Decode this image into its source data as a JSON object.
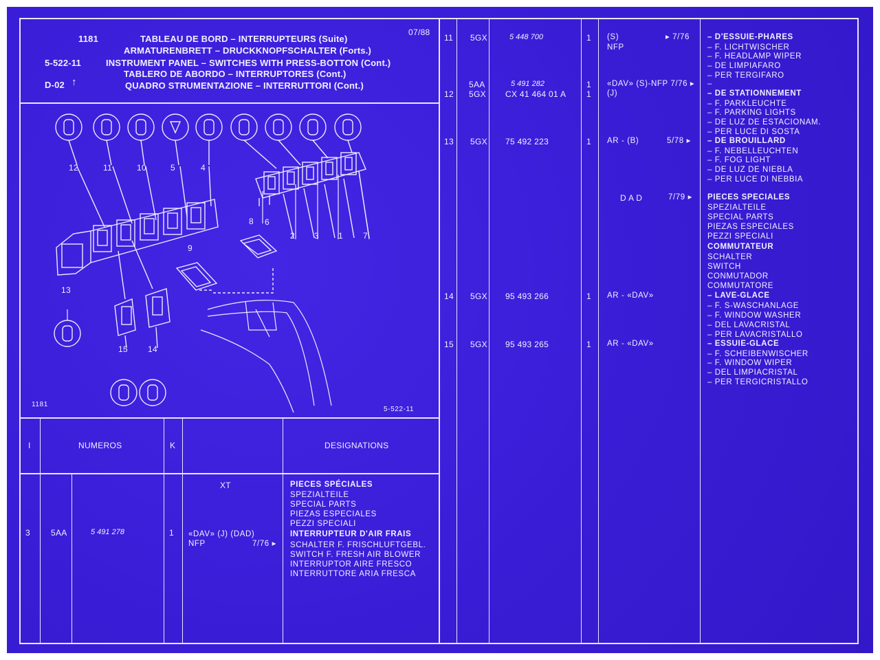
{
  "header": {
    "plate_number": "1181",
    "date": "07/88",
    "group_code": "5-522-11",
    "doc_code": "D-02",
    "titles": [
      "TABLEAU DE BORD – INTERRUPTEURS (Suite)",
      "ARMATURENBRETT – DRUCKKNOPFSCHALTER (Forts.)",
      "INSTRUMENT PANEL – SWITCHES WITH PRESS-BOTTON (Cont.)",
      "TABLERO DE ABORDO – INTERRUPTORES (Cont.)",
      "QUADRO STRUMENTAZIONE – INTERRUTTORI (Cont.)"
    ]
  },
  "figure": {
    "plate_label": "1181",
    "ref_label": "5-522-11",
    "callouts": [
      "12",
      "11",
      "10",
      "5",
      "4",
      "8",
      "6",
      "2",
      "3",
      "1",
      "7",
      "9",
      "13",
      "15",
      "14"
    ]
  },
  "table_header": {
    "col_index": "I",
    "col_numeros": "NUMEROS",
    "col_k": "K",
    "col_designations": "DESIGNATIONS"
  },
  "left_rows": {
    "group_xt": "XT",
    "pieces_lines": [
      "PIECES SPÉCIALES",
      "SPEZIALTEILE",
      "SPECIAL PARTS",
      "PIEZAS ESPECIALES",
      "PEZZI SPECIALI"
    ],
    "row3": {
      "index": "3",
      "code": "5AA",
      "number": "5 491 278",
      "qty": "1",
      "note1": "«DAV» (J) (DAD)",
      "note2": "NFP",
      "date": "7/76 ▸",
      "desig": [
        "INTERRUPTEUR D'AIR FRAIS",
        "SCHALTER F. FRISCHLUFTGEBL.",
        "SWITCH F. FRESH AIR BLOWER",
        "INTERRUPTOR AIRE FRESCO",
        "INTERRUTTORE ARIA FRESCA"
      ]
    }
  },
  "right_rows": {
    "r11": {
      "index": "11",
      "code": "5GX",
      "number": "5 448 700",
      "qty": "1",
      "note1": "(S)",
      "note2": "NFP",
      "date": "▸ 7/76",
      "desig": [
        "– D'ESSUIE-PHARES",
        "– F. LICHTWISCHER",
        "– F. HEADLAMP WIPER",
        "– DE LIMPIAFARO",
        "– PER TERGIFARO"
      ]
    },
    "r12": {
      "index": "12",
      "code_a": "5AA",
      "code_b": "5GX",
      "number_a": "5 491 282",
      "number_b": "CX 41 464 01 A",
      "qty_a": "1",
      "qty_b": "1",
      "note1": "«DAV» (S)-NFP 7/76 ▸",
      "note2": "(J)",
      "dash": "–",
      "desig": [
        "– DE STATIONNEMENT",
        "– F. PARKLEUCHTE",
        "– F. PARKING LIGHTS",
        "– DE LUZ DE ESTACIONAM.",
        "– PER LUCE DI SOSTA"
      ]
    },
    "r13": {
      "index": "13",
      "code": "5GX",
      "number": "75 492 223",
      "qty": "1",
      "note1": "AR - (B)",
      "date": "5/78 ▸",
      "desig": [
        "– DE BROUILLARD",
        "– F. NEBELLEUCHTEN",
        "– F. FOG LIGHT",
        "– DE LUZ DE NIEBLA",
        "– PER LUCE DI NEBBIA"
      ]
    },
    "group_dad": {
      "label": "D A D",
      "date": "7/79 ▸",
      "desig": [
        "PIECES SPECIALES",
        "SPEZIALTEILE",
        "SPECIAL PARTS",
        "PIEZAS ESPECIALES",
        "PEZZI SPECIALI",
        "COMMUTATEUR",
        "SCHALTER",
        "SWITCH",
        "CONMUTADOR",
        "COMMUTATORE"
      ]
    },
    "r14": {
      "index": "14",
      "code": "5GX",
      "number": "95 493 266",
      "qty": "1",
      "note1": "AR - «DAV»",
      "desig": [
        "– LAVE-GLACE",
        "– F. S-WASCHANLAGE",
        "– F. WINDOW WASHER",
        "– DEL LAVACRISTAL",
        "– PER LAVACRISTALLO"
      ]
    },
    "r15": {
      "index": "15",
      "code": "5GX",
      "number": "95 493 265",
      "qty": "1",
      "note1": "AR - «DAV»",
      "desig": [
        "– ESSUIE-GLACE",
        "– F. SCHEIBENWISCHER",
        "– F. WINDOW WIPER",
        "– DEL LIMPIACRISTAL",
        "– PER TERGICRISTALLO"
      ]
    }
  },
  "colors": {
    "background": "#3a1ed8",
    "ink": "#f2f0ff"
  }
}
